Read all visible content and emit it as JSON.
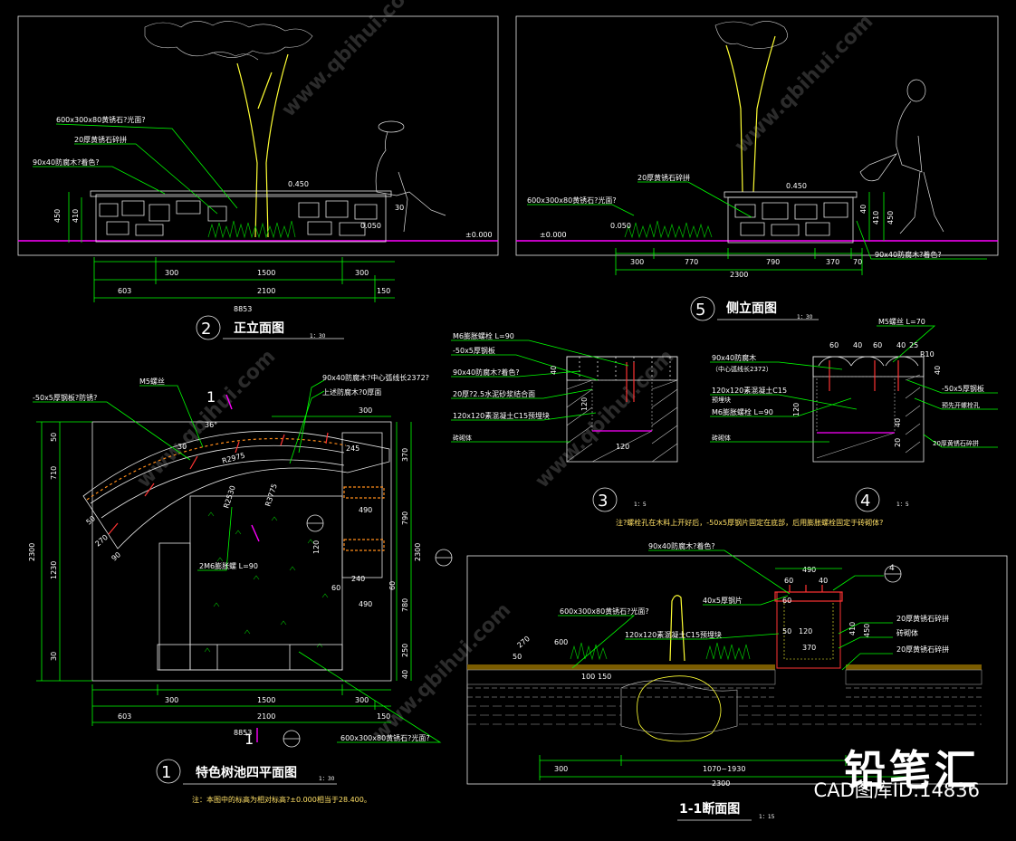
{
  "drawing": {
    "front_elev": {
      "title": "正立面图",
      "num": "2",
      "scale": "1：30",
      "labels": [
        "600x300x80黄锈石?光面?",
        "20厚黄锈石碎拼",
        "90x40防腐木?着色?"
      ],
      "elev_top": "0.450",
      "elev_ground": "±0.000",
      "elev_plant": "0.050",
      "elev_right": "30",
      "dims_vert": [
        "450",
        "410"
      ],
      "dims_row1": [
        "300",
        "1500",
        "300"
      ],
      "dims_row2": [
        "603",
        "2100",
        "150"
      ],
      "dims_total": "8853"
    },
    "side_elev": {
      "title": "侧立面图",
      "num": "5",
      "scale": "1：30",
      "labels": [
        "20厚黄锈石碎拼",
        "600x300x80黄锈石?光面?",
        "90x40防腐木?着色?"
      ],
      "elev_top": "0.450",
      "elev_ground": "±0.000",
      "elev_plant": "0.050",
      "dims_vert": [
        "410",
        "450",
        "40"
      ],
      "dims_row1": [
        "300",
        "770",
        "790",
        "370",
        "70"
      ],
      "dims_total": "2300"
    },
    "plan": {
      "title": "特色树池四平面图",
      "num": "1",
      "scale": "1：30",
      "note": "注：本图中的标高为相对标高?±0.000相当于28.400。",
      "labels": [
        "M5螺丝",
        "-50x5厚钢板?防锈?",
        "90x40防腐木?中心弧线长2372?",
        "上述防腐木?0厚面",
        "2M6膨胀螺 L=90",
        "600x300x80黄锈石?光面?"
      ],
      "section_mark": "1",
      "angle": "36°",
      "dims_left": [
        "2300",
        "1230",
        "710",
        "30",
        "50"
      ],
      "dims_right": [
        "2300",
        "790",
        "370",
        "780",
        "250",
        "40",
        "60"
      ],
      "dims_top": [
        "300",
        "245"
      ],
      "dims_small": [
        "490",
        "240",
        "490",
        "60",
        "120"
      ],
      "dims_bottom_row1": [
        "300",
        "1500",
        "300"
      ],
      "dims_bottom_row2": [
        "603",
        "2100",
        "150"
      ],
      "dims_total": "8853",
      "radii": [
        "R2530",
        "R3775",
        "R2975"
      ],
      "arc_dims": [
        "50",
        "90",
        "270",
        "30"
      ]
    },
    "detail3": {
      "num": "3",
      "scale": "1：5",
      "labels": [
        "M6膨胀螺栓 L=90",
        "-50x5厚钢板",
        "90x40防腐木?着色?",
        "20厚?2.5水泥砂浆结合面",
        "120x120素混凝土C15预埋块",
        "砖砌体"
      ],
      "dims": [
        "40",
        "120",
        "120"
      ]
    },
    "detail4": {
      "num": "4",
      "scale": "1：5",
      "labels": [
        "M5螺丝 L=70",
        "90x40防腐木",
        "（中心弧线长2372）",
        "120x120素混凝土C15",
        "预埋块",
        "M6膨胀螺栓 L=90",
        "砖砌体",
        "-50x5厚钢板",
        "预先开螺栓孔",
        "20厚黄锈石碎拼"
      ],
      "dims_top": [
        "60",
        "40",
        "60",
        "40",
        "25",
        "R10"
      ],
      "dims_side": [
        "40",
        "120",
        "40",
        "20"
      ]
    },
    "detail_note": "注?螺栓孔在木料上开好后，-50x5厚钢片固定在底部，后用膨胀螺栓固定于砖砌体?",
    "section": {
      "title": "1-1断面图",
      "scale": "1：15",
      "labels": [
        "90x40防腐木?着色?",
        "40x5厚钢片",
        "600x300x80黄锈石?光面?",
        "120x120素混凝土C15预埋块",
        "20厚黄锈石碎拼",
        "砖砌体",
        "20厚黄锈石碎拼"
      ],
      "marks": [
        "4"
      ],
      "dims_top": [
        "490",
        "60",
        "40"
      ],
      "dims_misc": [
        "270",
        "50",
        "600",
        "100",
        "150",
        "450",
        "410",
        "370",
        "120",
        "60",
        "50"
      ],
      "dims_bottom": [
        "300",
        "1070~1930"
      ],
      "dims_total": "2300"
    },
    "watermark": "www.qbihui.com",
    "brand": "铅笔汇",
    "brand_id": "CAD图库ID:14836"
  },
  "colors": {
    "line_green": "#00ff00",
    "trunk_yellow": "#ffff33",
    "ground_magenta": "#ff00ff",
    "bolt_red": "#ff3333",
    "bg": "#000000"
  }
}
